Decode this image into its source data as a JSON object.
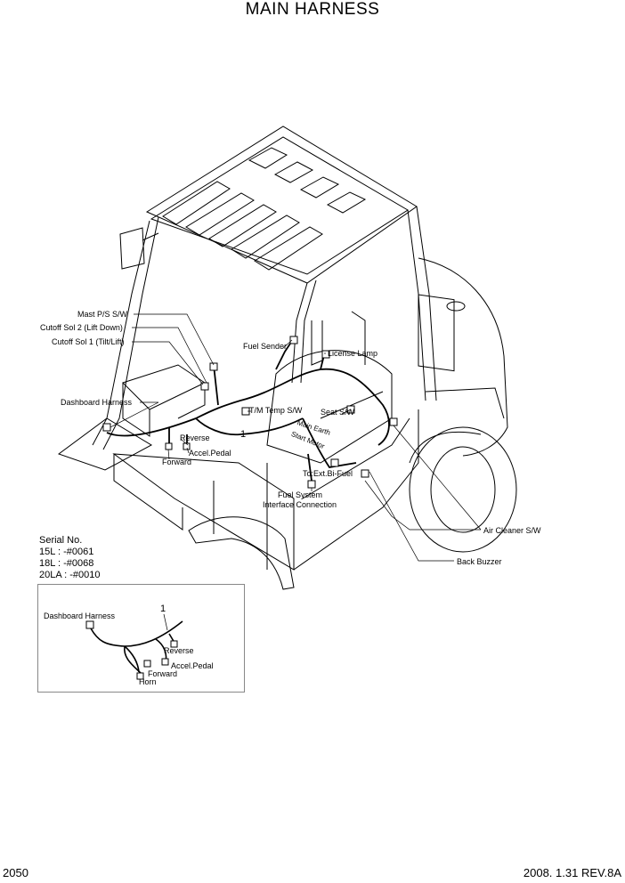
{
  "title": "MAIN HARNESS",
  "labels": {
    "mast_ps_sw": "Mast P/S S/W",
    "cutoff_sol2": "Cutoff Sol 2 (Lift Down)",
    "cutoff_sol1": "Cutoff Sol 1 (Tilt/Lift)",
    "dashboard_harness": "Dashboard Harness",
    "fuel_sender": "Fuel Sender",
    "license_lamp": "License Lamp",
    "tm_temp_sw": "T/M Temp S/W",
    "seat_sw": "Seat S/W",
    "reverse": "Reverse",
    "accel_pedal": "Accel.Pedal",
    "forward": "Forward",
    "main_earth": "Main Earth",
    "start_motor": "Start Motor",
    "to_ext_bi_fuel": "To:Ext.Bi-Fuel",
    "fuel_system": "Fuel System",
    "interface_connection": "Interface Connection",
    "air_cleaner_sw": "Air Cleaner S/W",
    "back_buzzer": "Back Buzzer",
    "item_1": "1"
  },
  "serial": {
    "heading": "Serial No.",
    "lines": [
      "15L : -#0061",
      "18L : -#0068",
      "20LA : -#0010"
    ]
  },
  "inset": {
    "dashboard_harness": "Dashboard Harness",
    "item_1": "1",
    "reverse": "Reverse",
    "accel_pedal": "Accel.Pedal",
    "forward": "Forward",
    "horn": "Horn"
  },
  "footer": {
    "page_number": "2050",
    "revision": "2008. 1.31 REV.8A"
  }
}
